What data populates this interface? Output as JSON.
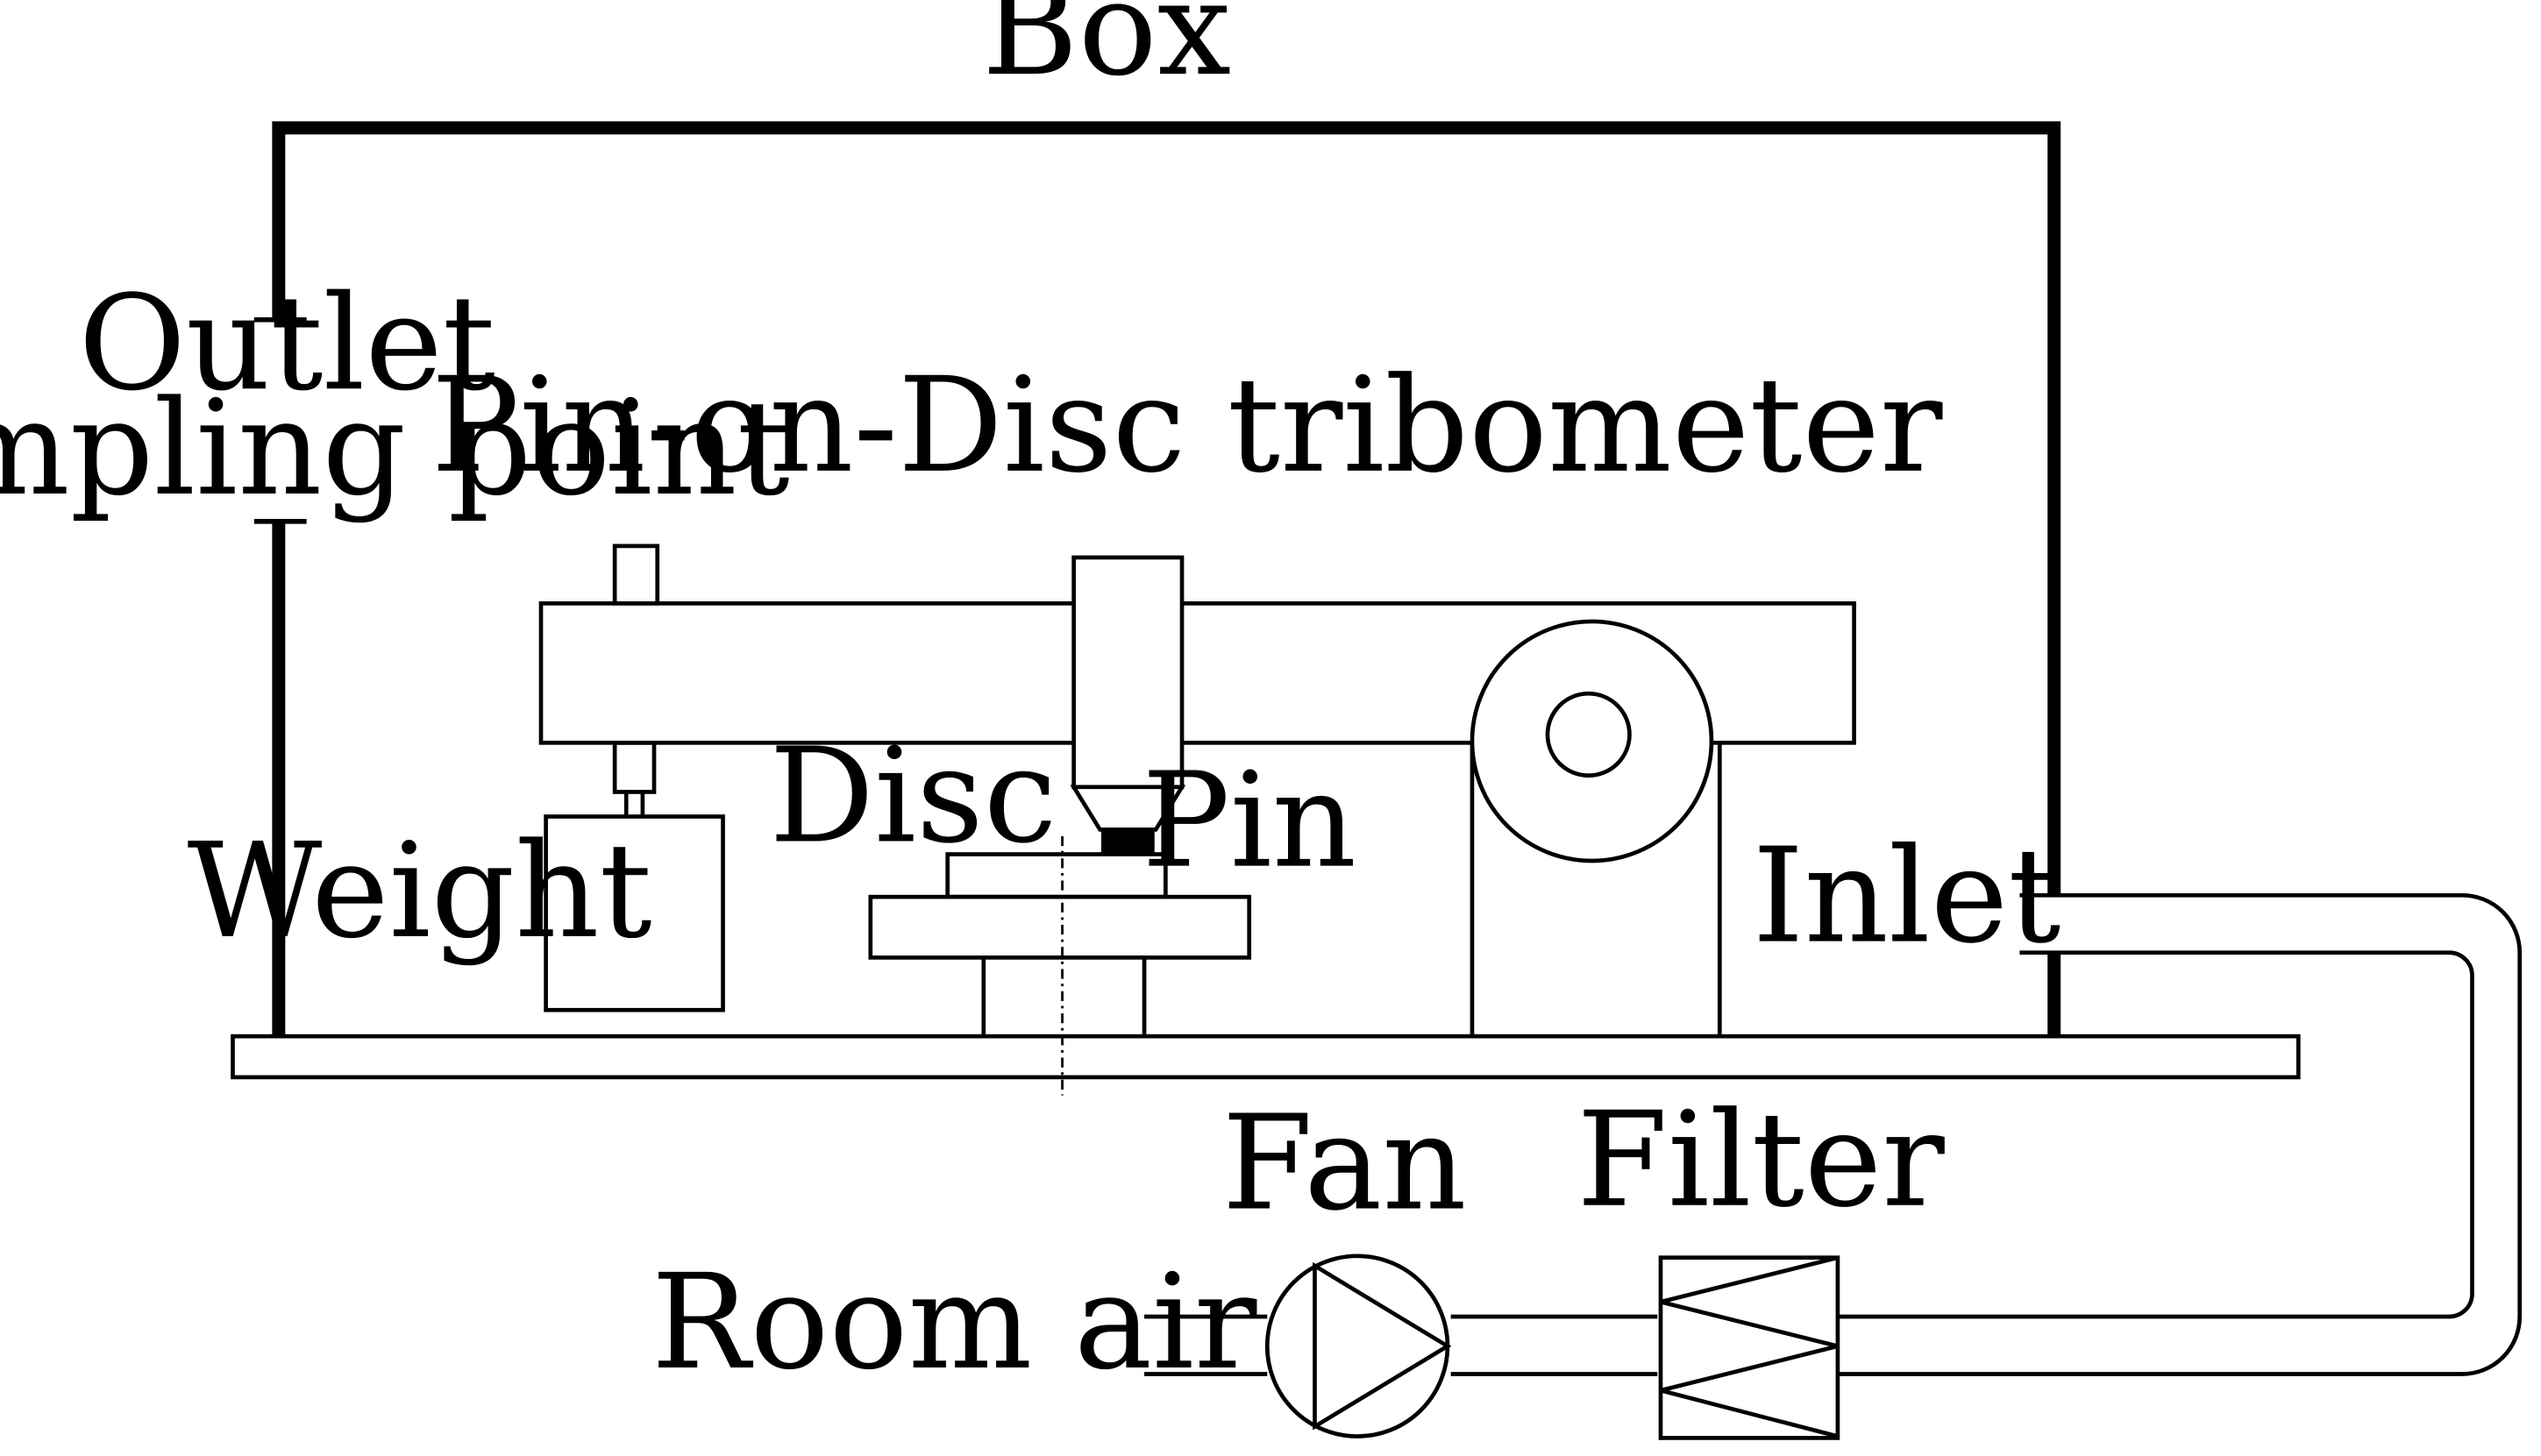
{
  "labels": {
    "box": "Box",
    "outlet": "Outlet",
    "sampling_point": "Sampling point",
    "tribometer": "Pin-on-Disc tribometer",
    "disc": "Disc",
    "pin": "Pin",
    "weight": "Weight",
    "inlet": "Inlet",
    "fan": "Fan",
    "filter": "Filter",
    "room_air": "Room air"
  },
  "colors": {
    "line": "#000000",
    "background": "#ffffff"
  }
}
